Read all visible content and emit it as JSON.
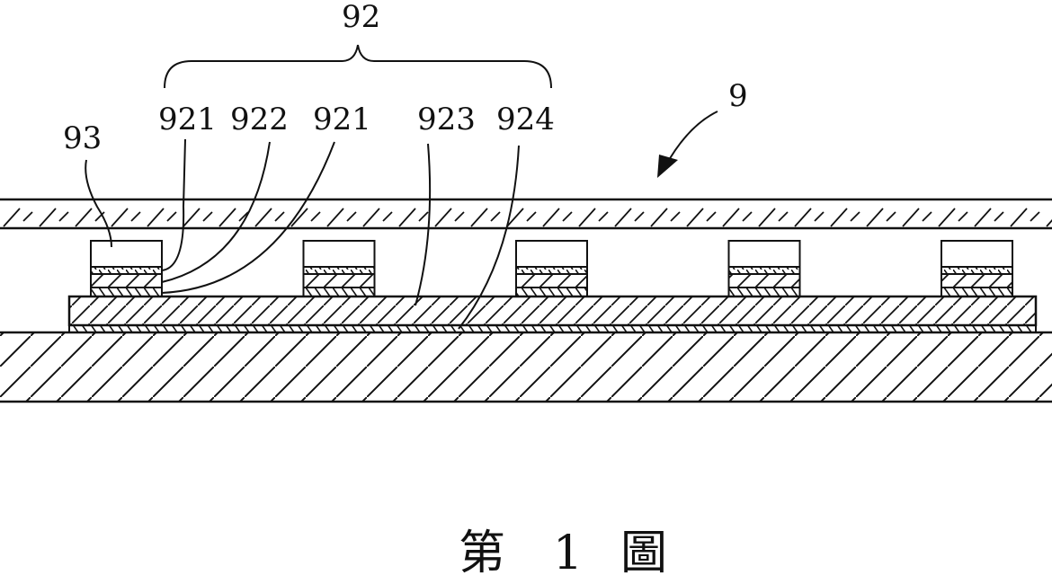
{
  "figure": {
    "caption": {
      "prefix": "第",
      "number": "1",
      "suffix": "圖"
    },
    "labels": {
      "group": "92",
      "device": "9",
      "cap_layer": "93",
      "layer_921_upper": "921",
      "layer_922": "922",
      "layer_921_lower": "921",
      "substrate": "923",
      "bond_layer": "924"
    },
    "chip_count": 5
  }
}
